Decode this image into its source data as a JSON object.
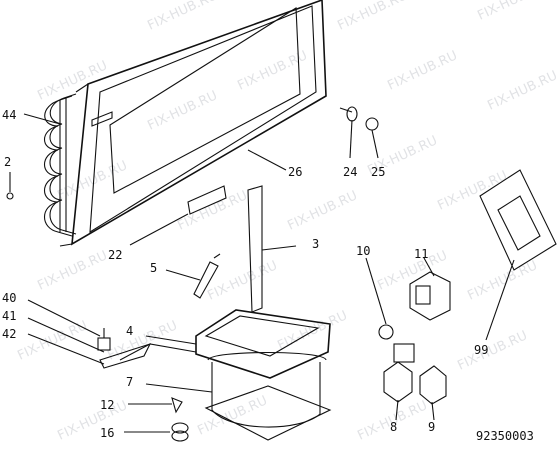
{
  "watermark": "FIX-HUB.RU",
  "drawing_number": "92350003",
  "part_labels": {
    "p44": "44",
    "p2": "2",
    "p22": "22",
    "p26": "26",
    "p24": "24",
    "p25": "25",
    "p3": "3",
    "p5": "5",
    "p10": "10",
    "p11": "11",
    "p99": "99",
    "p40": "40",
    "p41": "41",
    "p42": "42",
    "p4": "4",
    "p7": "7",
    "p12": "12",
    "p16": "16",
    "p8": "8",
    "p9": "9"
  }
}
